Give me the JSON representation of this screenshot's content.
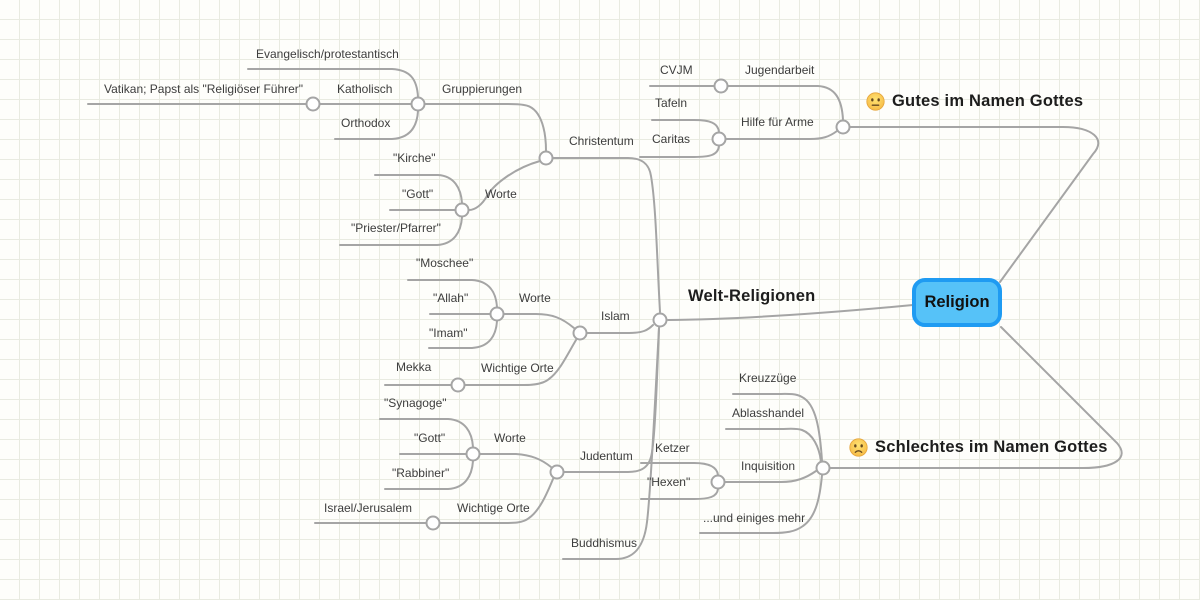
{
  "canvas": {
    "background_color": "#fefefb",
    "grid_line_color": "#e9ebe1",
    "connector_color": "#a5a5a5"
  },
  "nodes": {
    "root": {
      "label": "Religion",
      "fill_color": "#56c2f8",
      "border_color": "#1f9bf2"
    },
    "welt": {
      "label": "Welt-Religionen",
      "christentum": {
        "label": "Christentum",
        "gruppierungen": {
          "label": "Gruppierungen",
          "evangelisch": "Evangelisch/protestantisch",
          "katholisch": "Katholisch",
          "vatikan": "Vatikan; Papst als \"Religiöser Führer\"",
          "orthodox": "Orthodox"
        },
        "worte": {
          "label": "Worte",
          "kirche": "\"Kirche\"",
          "gott": "\"Gott\"",
          "priester": "\"Priester/Pfarrer\""
        }
      },
      "islam": {
        "label": "Islam",
        "worte": {
          "label": "Worte",
          "moschee": "\"Moschee\"",
          "allah": "\"Allah\"",
          "imam": "\"Imam\""
        },
        "orte": {
          "label": "Wichtige Orte",
          "mekka": "Mekka"
        }
      },
      "judentum": {
        "label": "Judentum",
        "worte": {
          "label": "Worte",
          "synagoge": "\"Synagoge\"",
          "gott": "\"Gott\"",
          "rabbiner": "\"Rabbiner\""
        },
        "orte": {
          "label": "Wichtige Orte",
          "israel": "Israel/Jerusalem"
        }
      },
      "buddhismus": "Buddhismus"
    },
    "gutes": {
      "label": "Gutes im Namen Gottes",
      "emoji": "neutral-face",
      "jugendarbeit": {
        "label": "Jugendarbeit",
        "cvjm": "CVJM"
      },
      "hilfe": {
        "label": "Hilfe für Arme",
        "tafeln": "Tafeln",
        "caritas": "Caritas"
      }
    },
    "schlechtes": {
      "label": "Schlechtes im Namen Gottes",
      "emoji": "frowning-face",
      "kreuzzuege": "Kreuzzüge",
      "ablasshandel": "Ablasshandel",
      "inquisition": {
        "label": "Inquisition",
        "ketzer": "Ketzer",
        "hexen": "\"Hexen\""
      },
      "mehr": "...und einiges mehr"
    }
  }
}
